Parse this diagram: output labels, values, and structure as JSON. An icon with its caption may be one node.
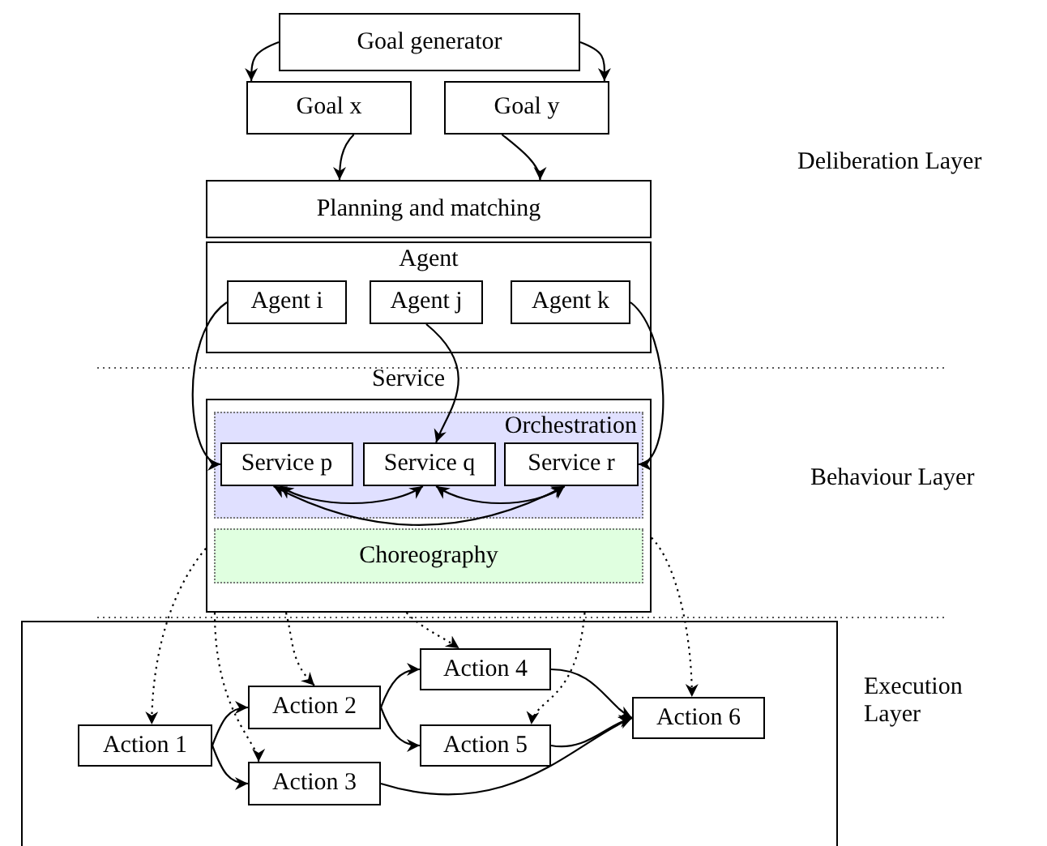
{
  "diagram": {
    "nodes": [
      {
        "text": [
          "Goal generator"
        ]
      },
      {
        "text": [
          "Goal x"
        ]
      },
      {
        "text": [
          "Goal y"
        ]
      },
      {
        "text": [
          "Planning and matching"
        ]
      },
      {
        "text": [
          "Agent"
        ]
      },
      {
        "text": [
          "Agent i"
        ],
        "in": 4
      },
      {
        "text": [
          "Agent j"
        ],
        "in": 4
      },
      {
        "text": [
          "Agent k"
        ],
        "in": 4
      },
      {
        "text": [
          "Service"
        ]
      },
      {
        "text": [
          "Orchestration"
        ],
        "in": 8
      },
      {
        "text": [
          "Service p"
        ],
        "in": 9
      },
      {
        "text": [
          "Service q"
        ],
        "in": 9
      },
      {
        "text": [
          "Service r"
        ],
        "in": 9
      },
      {
        "text": [
          "Choreography"
        ],
        "in": 8
      },
      {
        "text": [],
        "shape": "box"
      },
      {
        "text": [
          "Action 1"
        ],
        "in": 14
      },
      {
        "text": [
          "Action 2"
        ],
        "in": 14
      },
      {
        "text": [
          "Action 3"
        ],
        "in": 14
      },
      {
        "text": [
          "Action 4"
        ],
        "in": 14
      },
      {
        "text": [
          "Action 5"
        ],
        "in": 14
      },
      {
        "text": [
          "Action 6"
        ],
        "in": 14
      }
    ],
    "edges": [
      {
        "from": 0,
        "to": 1,
        "arrow": "to"
      },
      {
        "from": 0,
        "to": 2,
        "arrow": "to"
      },
      {
        "from": 1,
        "to": 3,
        "arrow": "to"
      },
      {
        "from": 2,
        "to": 3,
        "arrow": "to"
      },
      {
        "from": 5,
        "to": 10,
        "arrow": "to"
      },
      {
        "from": 6,
        "to": 11,
        "arrow": "to"
      },
      {
        "from": 7,
        "to": 12,
        "arrow": "to"
      },
      {
        "from": 10,
        "to": 11,
        "arrow": "both"
      },
      {
        "from": 11,
        "to": 12,
        "arrow": "both"
      },
      {
        "from": 10,
        "to": 12,
        "arrow": "both"
      },
      {
        "from": 8,
        "to": 15,
        "arrow": "to",
        "style": "dashed"
      },
      {
        "from": 8,
        "to": 16,
        "arrow": "to",
        "style": "dashed"
      },
      {
        "from": 8,
        "to": 17,
        "arrow": "to",
        "style": "dashed"
      },
      {
        "from": 8,
        "to": 18,
        "arrow": "to",
        "style": "dashed"
      },
      {
        "from": 8,
        "to": 19,
        "arrow": "to",
        "style": "dashed"
      },
      {
        "from": 8,
        "to": 20,
        "arrow": "to",
        "style": "dashed"
      },
      {
        "from": 15,
        "to": 16,
        "arrow": "to"
      },
      {
        "from": 15,
        "to": 17,
        "arrow": "to"
      },
      {
        "from": 16,
        "to": 18,
        "arrow": "to"
      },
      {
        "from": 16,
        "to": 19,
        "arrow": "to"
      },
      {
        "from": 18,
        "to": 20,
        "arrow": "to"
      },
      {
        "from": 19,
        "to": 20,
        "arrow": "to"
      },
      {
        "from": 17,
        "to": 20,
        "arrow": "to"
      }
    ],
    "labels": [
      "Deliberation Layer",
      "Behaviour Layer",
      "Execution Layer"
    ]
  }
}
